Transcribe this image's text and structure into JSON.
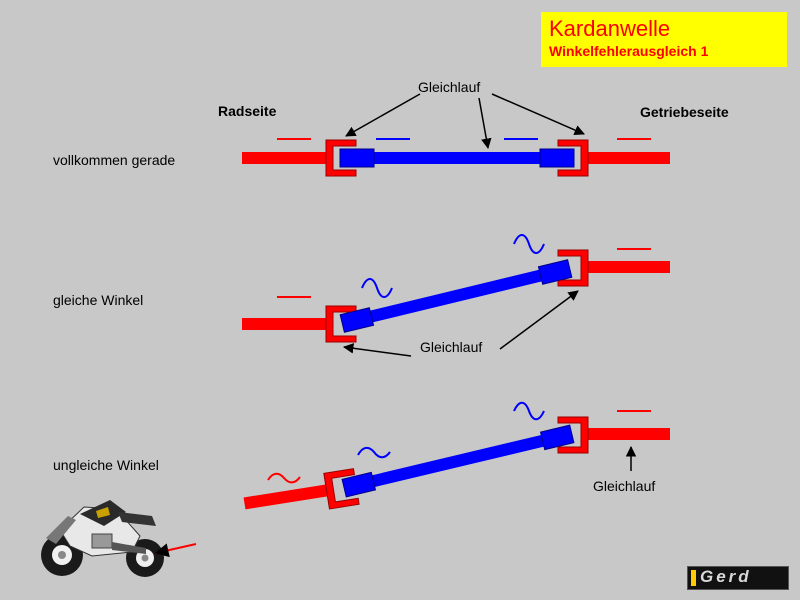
{
  "title": "Kardanwelle",
  "subtitle": "Winkelfehlerausgleich 1",
  "labels": {
    "radseite": "Radseite",
    "getriebeseite": "Getriebeseite",
    "gleichlauf_top": "Gleichlauf",
    "gleichlauf_mid": "Gleichlauf",
    "gleichlauf_bottom": "Gleichlauf"
  },
  "rows": [
    {
      "label": "vollkommen gerade"
    },
    {
      "label": "gleiche Winkel"
    },
    {
      "label": "ungleiche Winkel"
    }
  ],
  "logo": "Gerd",
  "colors": {
    "background": "#c8c8c8",
    "shaft_red": "#ff0000",
    "shaft_blue": "#0000ff",
    "title_bg": "#ffff00",
    "title_text": "#ff0000"
  }
}
